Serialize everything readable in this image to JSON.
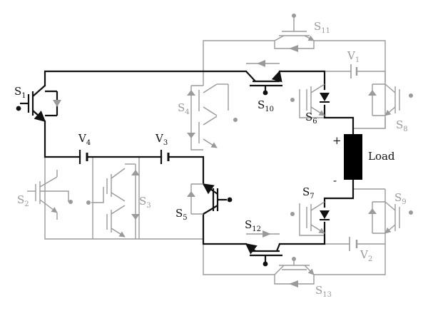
{
  "labels": {
    "S1": {
      "main": "S",
      "sub": "1"
    },
    "S2": {
      "main": "S",
      "sub": "2"
    },
    "S3": {
      "main": "S",
      "sub": "3"
    },
    "S4": {
      "main": "S",
      "sub": "4"
    },
    "S5": {
      "main": "S",
      "sub": "5"
    },
    "S6": {
      "main": "S",
      "sub": "6"
    },
    "S7": {
      "main": "S",
      "sub": "7"
    },
    "S8": {
      "main": "S",
      "sub": "8"
    },
    "S9": {
      "main": "S",
      "sub": "9"
    },
    "S10": {
      "main": "S",
      "sub": "10"
    },
    "S11": {
      "main": "S",
      "sub": "11"
    },
    "S12": {
      "main": "S",
      "sub": "12"
    },
    "S13": {
      "main": "S",
      "sub": "13"
    },
    "V1": {
      "main": "V",
      "sub": "1"
    },
    "V2": {
      "main": "V",
      "sub": "2"
    },
    "V3": {
      "main": "V",
      "sub": "3"
    },
    "V4": {
      "main": "V",
      "sub": "4"
    }
  },
  "load": {
    "label": "Load",
    "plus": "+",
    "minus": "-"
  },
  "colors": {
    "active": "#111111",
    "inactive": "#9a9a9a",
    "load_fill": "#000000"
  }
}
